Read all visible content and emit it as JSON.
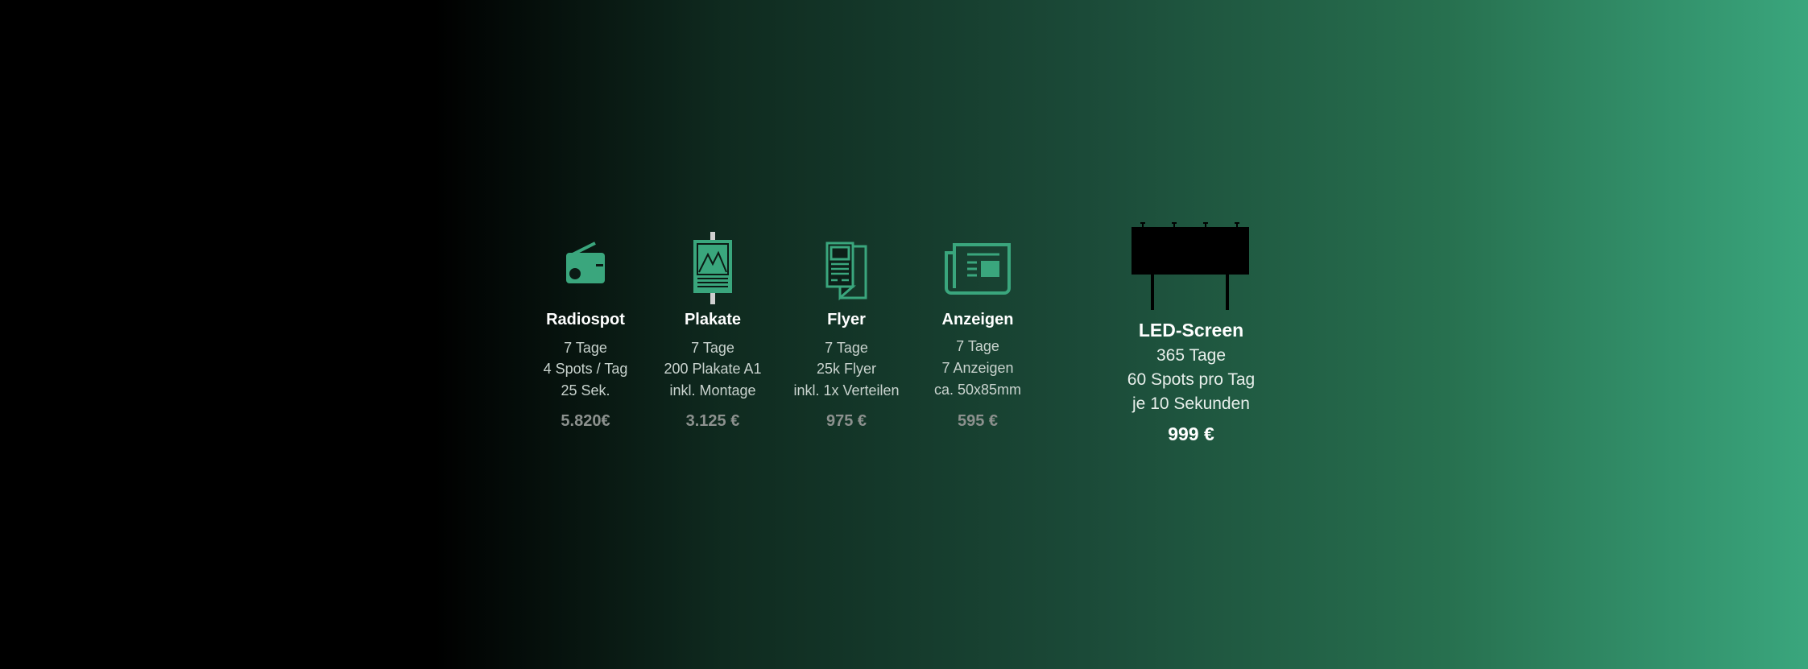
{
  "items": [
    {
      "title": "Radiospot",
      "lines": [
        "7 Tage",
        "4 Spots / Tag",
        "25 Sek."
      ],
      "price": "5.820€",
      "icon": "radio-icon"
    },
    {
      "title": "Plakate",
      "lines": [
        "7 Tage",
        "200 Plakate A1",
        "inkl. Montage"
      ],
      "price": "3.125 €",
      "icon": "poster-icon"
    },
    {
      "title": "Flyer",
      "lines": [
        "7 Tage",
        "25k Flyer",
        "inkl. 1x Verteilen"
      ],
      "price": "975 €",
      "icon": "flyer-icon"
    },
    {
      "title": "Anzeigen",
      "lines": [
        "7 Tage",
        "7 Anzeigen",
        "ca. 50x85mm"
      ],
      "price": "595 €",
      "icon": "newspaper-icon"
    }
  ],
  "led": {
    "title": "LED-Screen",
    "lines": [
      "365 Tage",
      "60 Spots pro Tag",
      "je 10 Sekunden"
    ],
    "price": "999 €",
    "icon": "billboard-icon"
  },
  "colors": {
    "accent": "#3aa67d",
    "price_muted": "#8c918e"
  }
}
